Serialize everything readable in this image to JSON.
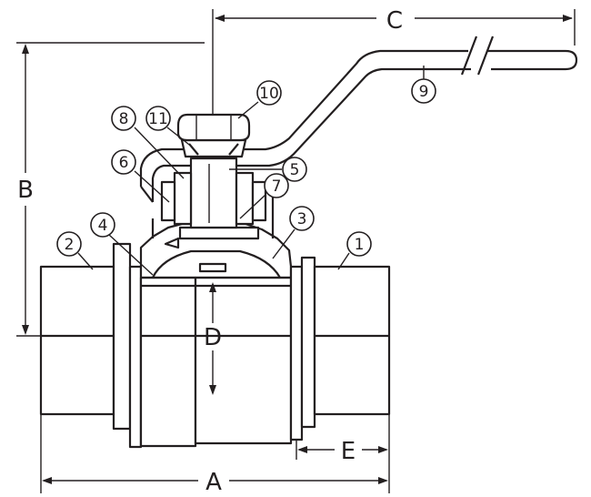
{
  "dimensions": {
    "A": "A",
    "B": "B",
    "C": "C",
    "D": "D",
    "E": "E"
  },
  "callouts": [
    "1",
    "2",
    "3",
    "4",
    "5",
    "6",
    "7",
    "8",
    "9",
    "10",
    "11"
  ],
  "colors": {
    "line": "#231f20",
    "fill": "#ffffff"
  }
}
